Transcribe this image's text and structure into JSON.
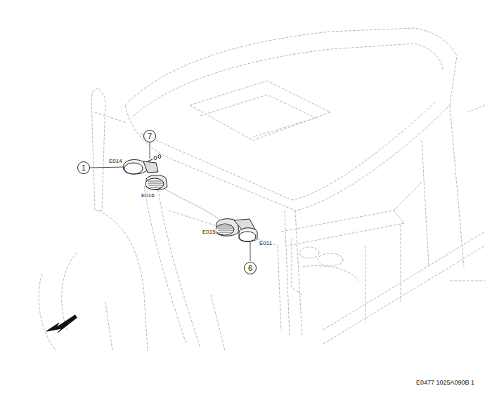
{
  "diagram": {
    "nodes": [
      {
        "text": [
          "7"
        ]
      },
      {
        "text": [
          "1"
        ]
      },
      {
        "text": [
          "6"
        ]
      }
    ],
    "labels": [
      "E014",
      "E016",
      "E015",
      "E011",
      "E0477 1025A090B 1"
    ]
  }
}
